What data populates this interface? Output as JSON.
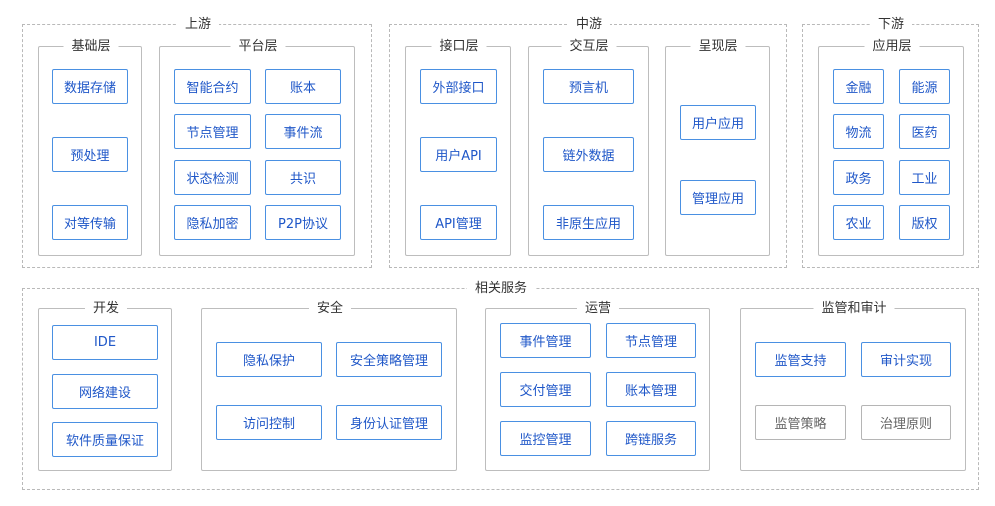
{
  "upstream": {
    "title": "上游",
    "foundation": {
      "title": "基础层",
      "items": [
        "数据存储",
        "预处理",
        "对等传输"
      ]
    },
    "platform": {
      "title": "平台层",
      "items": [
        "智能合约",
        "账本",
        "节点管理",
        "事件流",
        "状态检测",
        "共识",
        "隐私加密",
        "P2P协议"
      ]
    }
  },
  "midstream": {
    "title": "中游",
    "interface": {
      "title": "接口层",
      "items": [
        "外部接口",
        "用户API",
        "API管理"
      ]
    },
    "interaction": {
      "title": "交互层",
      "items": [
        "预言机",
        "链外数据",
        "非原生应用"
      ]
    },
    "presentation": {
      "title": "呈现层",
      "items": [
        "用户应用",
        "管理应用"
      ]
    }
  },
  "downstream": {
    "title": "下游",
    "application": {
      "title": "应用层",
      "items": [
        "金融",
        "能源",
        "物流",
        "医药",
        "政务",
        "工业",
        "农业",
        "版权"
      ]
    }
  },
  "services": {
    "title": "相关服务",
    "dev": {
      "title": "开发",
      "items": [
        "IDE",
        "网络建设",
        "软件质量保证"
      ]
    },
    "security": {
      "title": "安全",
      "items": [
        "隐私保护",
        "安全策略管理",
        "访问控制",
        "身份认证管理"
      ]
    },
    "ops": {
      "title": "运营",
      "items": [
        "事件管理",
        "节点管理",
        "交付管理",
        "账本管理",
        "监控管理",
        "跨链服务"
      ]
    },
    "audit": {
      "title": "监管和审计",
      "items": [
        "监管支持",
        "审计实现",
        "监管策略",
        "治理原则"
      ]
    }
  },
  "colors": {
    "box_border": "#4a90e2",
    "box_text": "#1f57c8",
    "muted_border": "#b5b5b5",
    "muted_text": "#666666",
    "dashed": "#b9b9b9"
  }
}
